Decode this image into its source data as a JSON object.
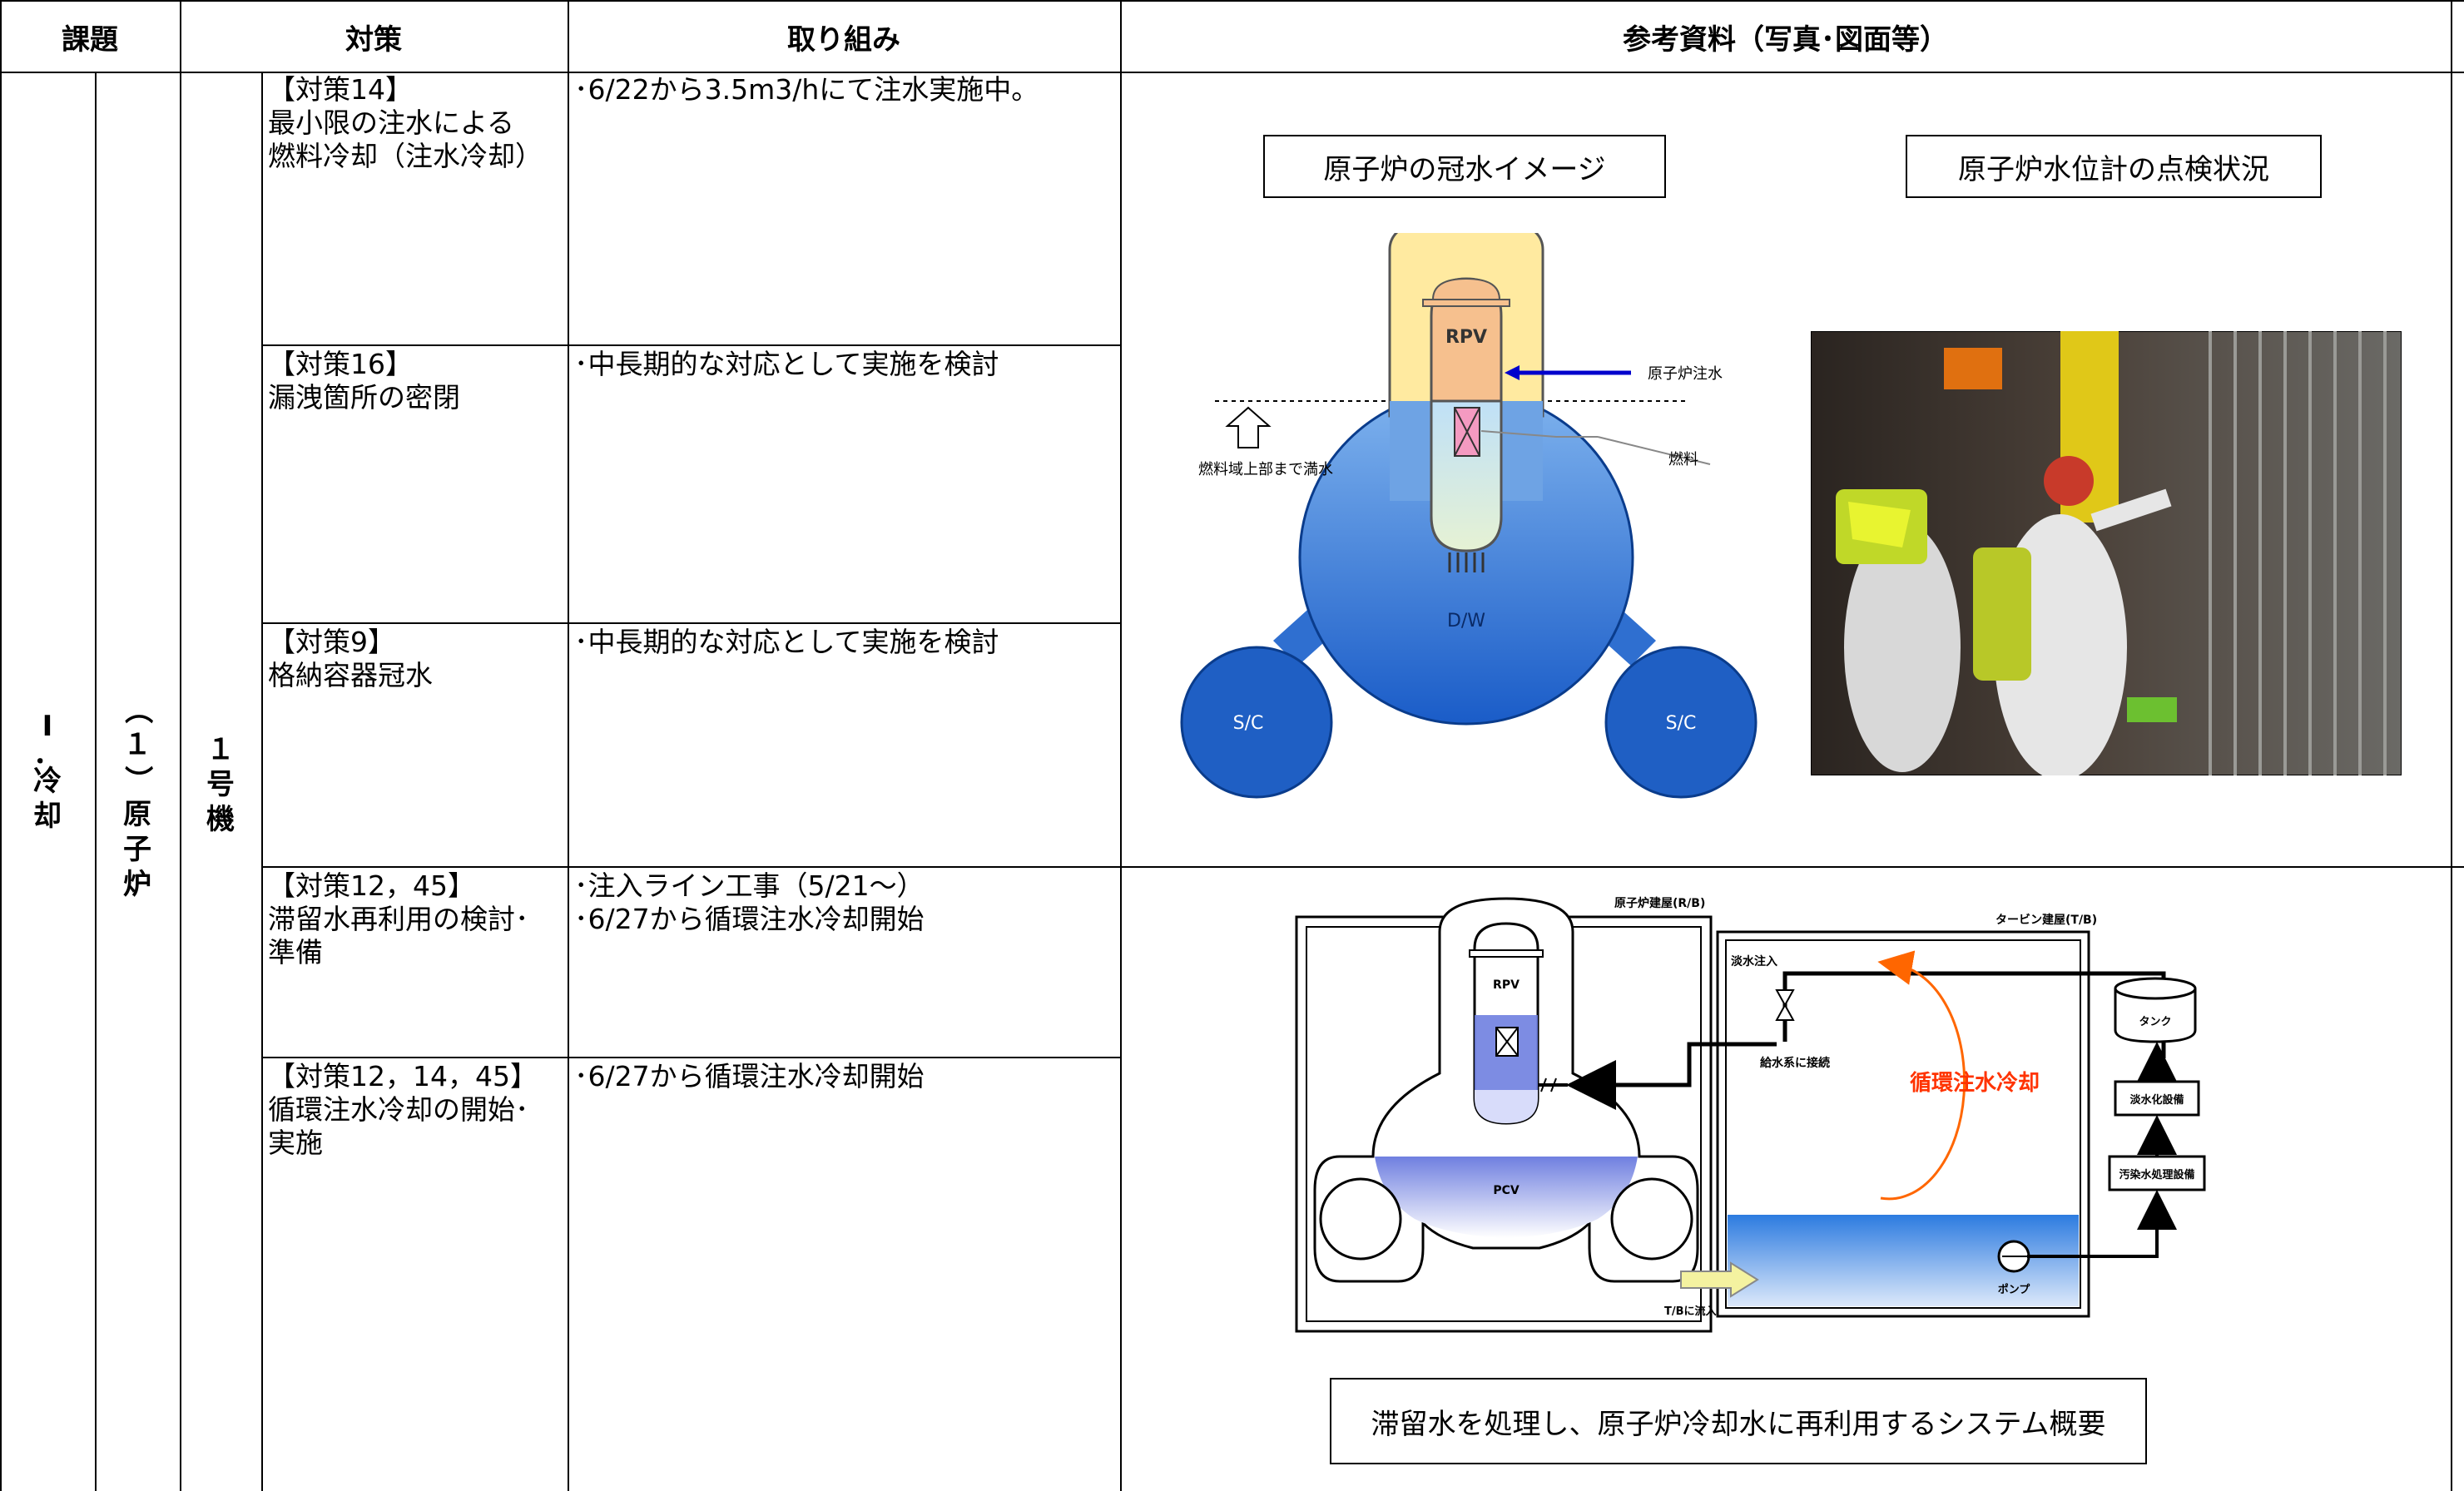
{
  "header": {
    "kadai": "課題",
    "taisaku": "対策",
    "torikumi": "取り組み",
    "sanko": "参考資料（写真･図面等）"
  },
  "left": {
    "issue": [
      "Ⅰ",
      "．",
      "冷",
      "却"
    ],
    "sub": [
      "（",
      "１",
      "）",
      "原",
      "子",
      "炉"
    ],
    "unit": [
      "１",
      "号",
      "機"
    ]
  },
  "rows": [
    {
      "measure": "【対策14】\n最小限の注水による\n燃料冷却（注水冷却）",
      "action": "･6/22から3.5m3/hにて注水実施中。"
    },
    {
      "measure": "【対策16】\n漏洩箇所の密閉",
      "action": "･中長期的な対応として実施を検討"
    },
    {
      "measure": "【対策9】\n格納容器冠水",
      "action": "･中長期的な対応として実施を検討"
    },
    {
      "measure": "【対策12，45】\n滞留水再利用の検討･\n準備",
      "action": "･注入ライン工事（5/21～）\n･6/27から循環注水冷却開始"
    },
    {
      "measure": "【対策12，14，45】\n循環注水冷却の開始･\n実施",
      "action": "･6/27から循環注水冷却開始"
    }
  ],
  "ref_top": {
    "caption_left": "原子炉の冠水イメージ",
    "caption_right": "原子炉水位計の点検状況",
    "labels": {
      "rpv": "RPV",
      "injection": "原子炉注水",
      "fuel": "燃料",
      "flood": "燃料域上部まで満水",
      "dw": "D/W",
      "sc_left": "S/C",
      "sc_right": "S/C"
    }
  },
  "ref_bottom": {
    "rb_label": "原子炉建屋(R/B)",
    "tb_label": "タービン建屋(T/B)",
    "fresh_water": "淡水注入",
    "feedwater": "給水系に接続",
    "circulation": "循環注水冷却",
    "tank": "タンク",
    "desal": "淡水化設備",
    "treatment": "汚染水処理設備",
    "pump": "ポンプ",
    "rpv": "RPV",
    "pcv": "PCV",
    "outflow": "T/Bに流入",
    "caption": "滞留水を処理し、原子炉冷却水に再利用するシステム概要"
  },
  "colors": {
    "water_blue": "#2f6fd0",
    "rpv_orange": "#f6c08e",
    "arrow_blue": "#0000cc",
    "circ_orange": "#ff6600",
    "fuel_pink": "#f49ac1"
  }
}
